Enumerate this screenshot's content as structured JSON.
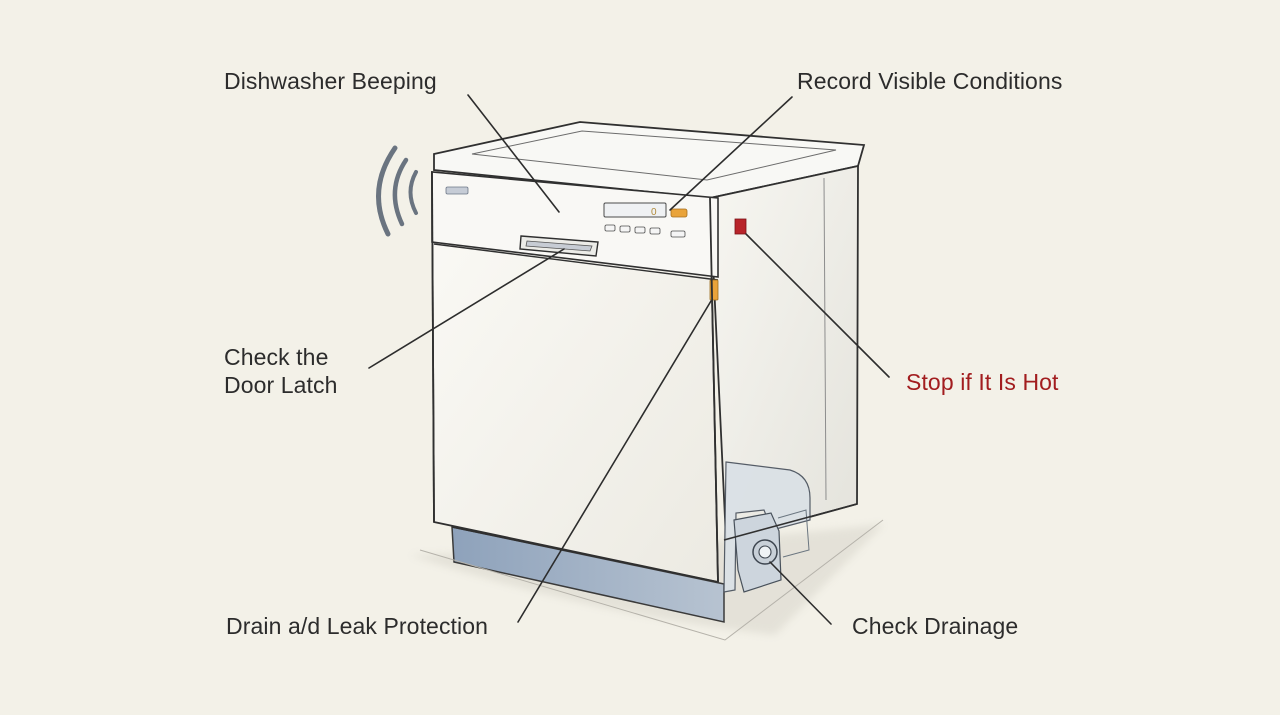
{
  "diagram": {
    "labels": {
      "dishwasher_beeping": "Dishwasher Beeping",
      "record_visible_conditions": "Record Visible Conditions",
      "check_door_latch_line1": "Check the",
      "check_door_latch_line2": "Door Latch",
      "stop_if_hot": "Stop if It Is Hot",
      "drain_leak_protection": "Drain a/d Leak Protection",
      "check_drainage": "Check Drainage"
    },
    "colors": {
      "background": "#f3f1e8",
      "line": "#2e2e2e",
      "warning_red": "#a21d1f",
      "indicator_orange": "#e9a33a",
      "hot_warning_square": "#b8242a",
      "water_blue": "#93a7bf",
      "sound_waves": "#6a7480"
    },
    "icons": [
      "sound-waves-icon",
      "dishwasher-illustration",
      "control-panel-icon",
      "door-handle-icon",
      "drain-pipe-icon"
    ]
  }
}
